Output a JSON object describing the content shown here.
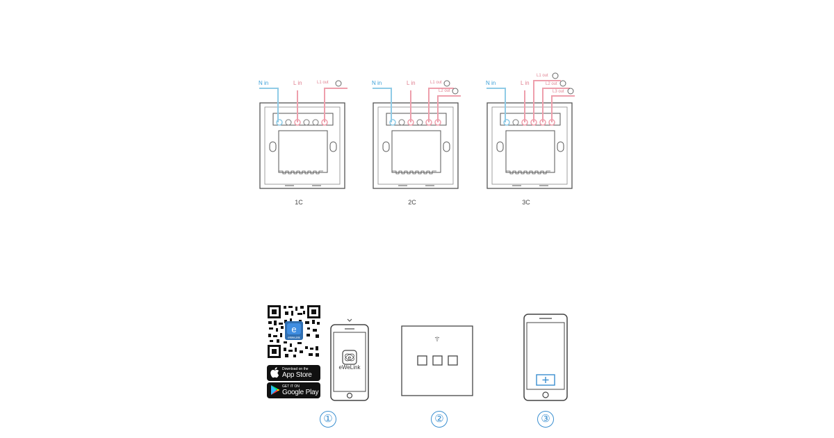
{
  "wiring": {
    "variants": [
      {
        "label": "1C",
        "wires": [
          "N in",
          "L in",
          "L1 out"
        ]
      },
      {
        "label": "2C",
        "wires": [
          "N in",
          "L in",
          "L1 out",
          "L2 out"
        ]
      },
      {
        "label": "3C",
        "wires": [
          "N in",
          "L in",
          "L1 out",
          "L2 out",
          "L3 out"
        ]
      }
    ]
  },
  "steps": {
    "step1": {
      "number": "①",
      "qr_icon_text": "eWeLink",
      "app_store": {
        "small": "Download on the",
        "big": "App Store"
      },
      "google_play": {
        "small": "GET IT ON",
        "big": "Google Play"
      },
      "app_name": "eWeLink"
    },
    "step2": {
      "number": "②"
    },
    "step3": {
      "number": "③"
    }
  },
  "colors": {
    "neutral_wire": "#8fcbe6",
    "live_wire": "#ee9fac",
    "outline": "#555555",
    "accent": "#3a8fd0"
  }
}
